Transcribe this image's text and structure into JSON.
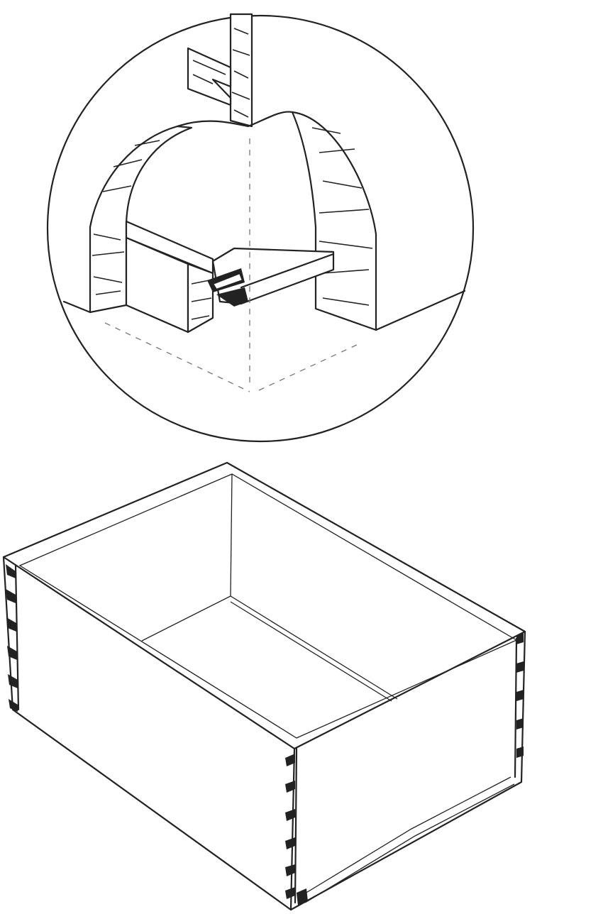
{
  "colors": {
    "line": "#222222",
    "background": "#ffffff"
  },
  "figures": [
    {
      "kind": "detail-callout",
      "subject": "drawer-bottom-groove-joint"
    },
    {
      "kind": "isometric-drawing",
      "subject": "dovetailed-drawer-box"
    }
  ]
}
